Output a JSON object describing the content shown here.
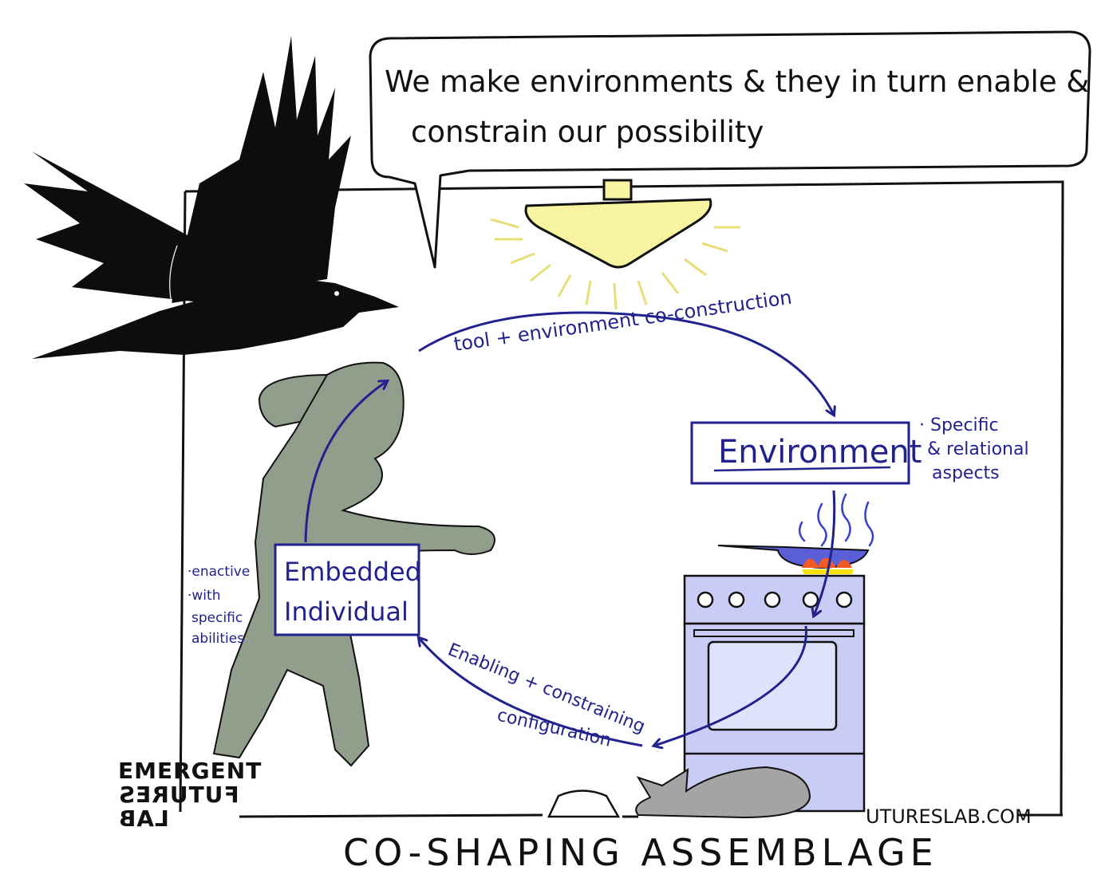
{
  "speech_bubble": {
    "line1": "We make environments & they in turn enable &",
    "line2": "constrain our possibility"
  },
  "diagram": {
    "top_arrow_label": "tool + environment co-construction",
    "environment_box": "Environment",
    "environment_notes": [
      "· Specific",
      "& relational",
      "aspects"
    ],
    "individual_box_line1": "Embedded",
    "individual_box_line2": "Individual",
    "individual_notes": [
      "·enactive",
      "·with",
      "specific",
      "abilities"
    ],
    "bottom_arrow_line1": "Enabling + constraining",
    "bottom_arrow_line2": "configuration"
  },
  "footer": {
    "title": "CO-SHAPING ASSEMBLAGE",
    "url": "UTURESLAB.COM",
    "logo_line1": "EMERGENT",
    "logo_line2": "FUTURES",
    "logo_line3": "LAB"
  },
  "colors": {
    "ink": "#111111",
    "annotation_blue": "#22228f",
    "figure_green": "#919e8c",
    "stove_lavender": "#c9cdf5",
    "lamp_yellow": "#f8f3a0",
    "cat_gray": "#a4a4a4"
  }
}
